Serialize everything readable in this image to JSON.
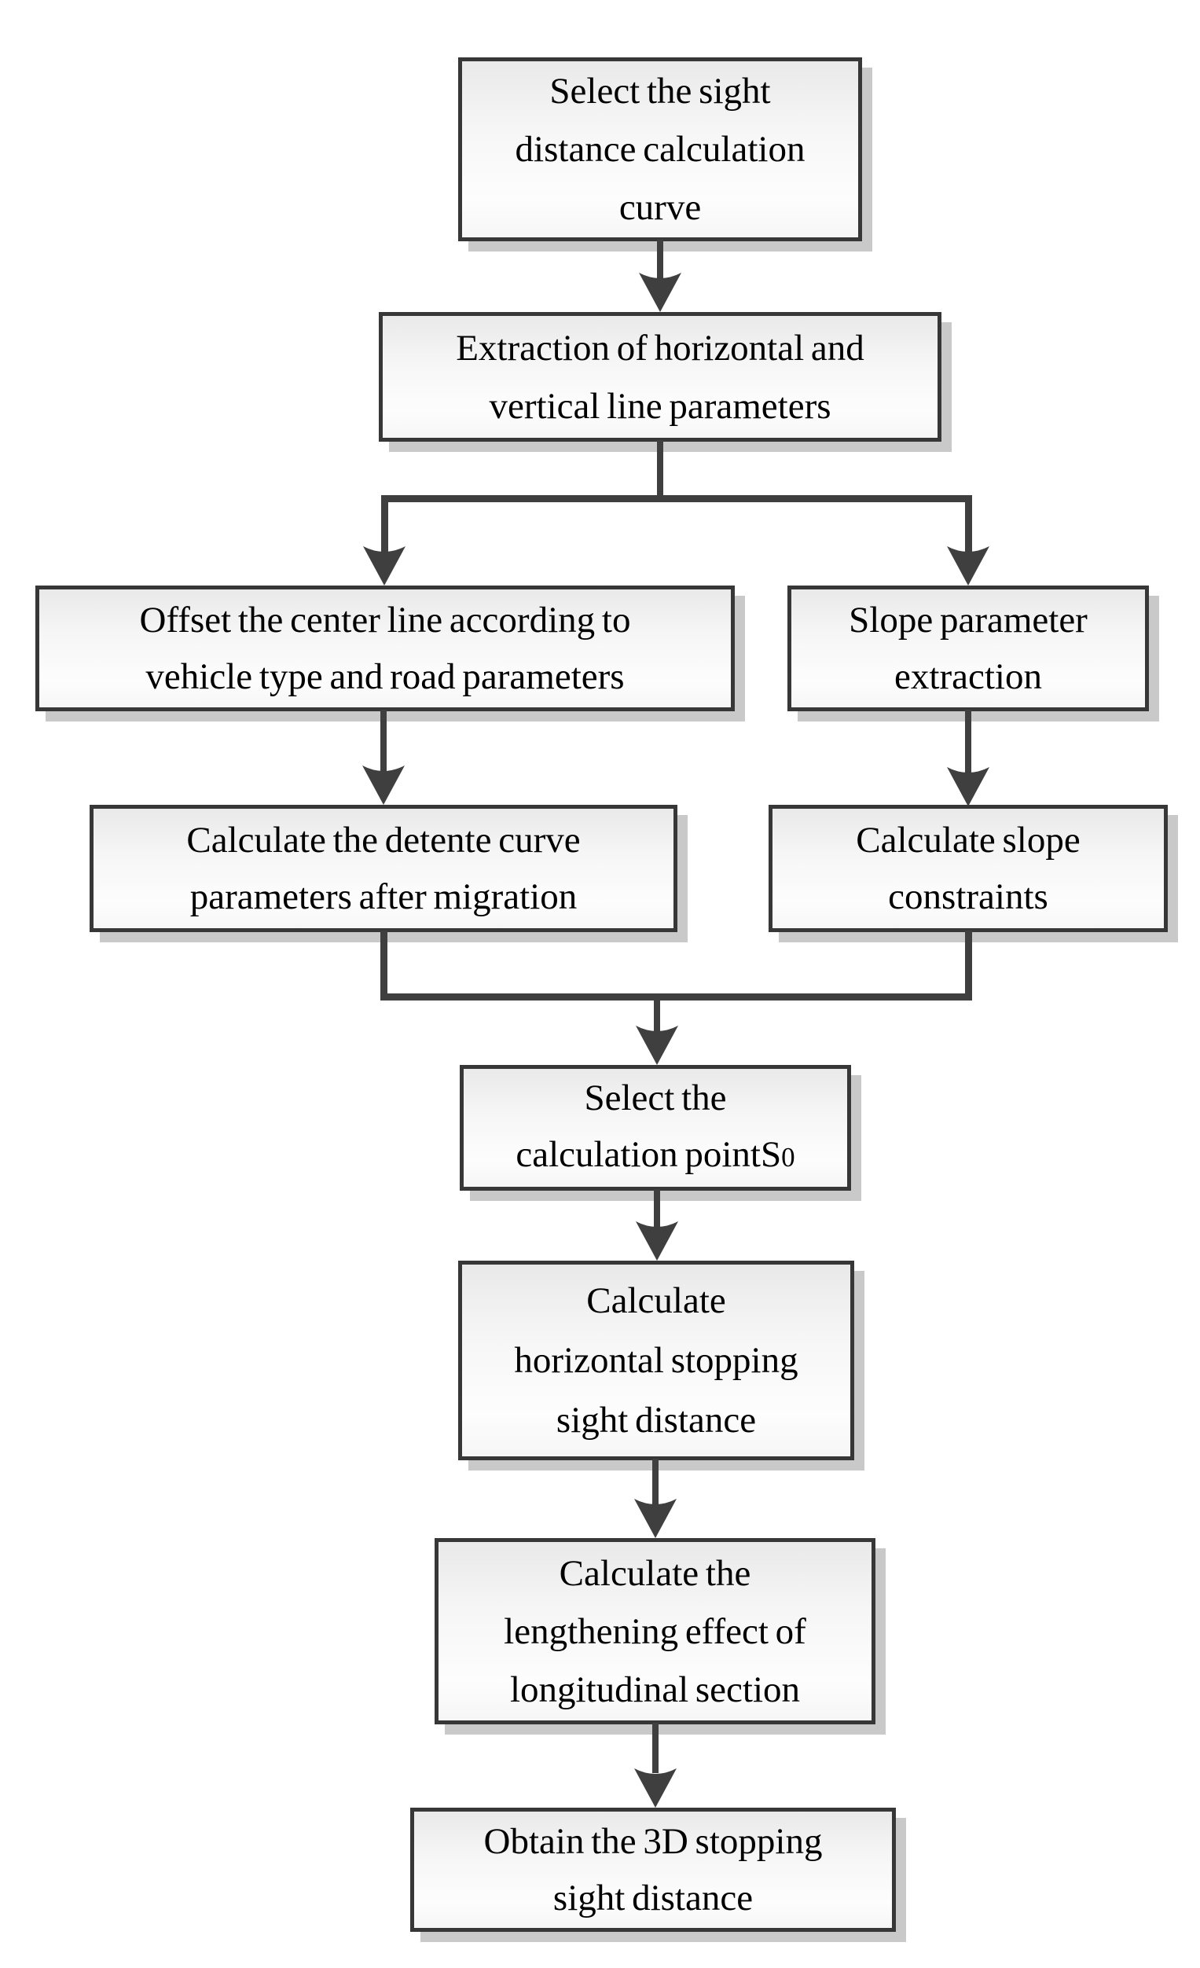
{
  "diagram_type": "flowchart",
  "colors": {
    "box_border": "#373737",
    "box_fill_top": "#e9e9e9",
    "box_fill_bottom": "#f6f6f6",
    "shadow": "#c9c9c9",
    "arrow": "#3f3f3f",
    "text": "#000000",
    "background": "#ffffff"
  },
  "nodes": [
    {
      "id": "select-curve",
      "lines": [
        "Select the sight",
        "distance calculation",
        "curve"
      ]
    },
    {
      "id": "extract-params",
      "lines": [
        "Extraction of horizontal and",
        "vertical line parameters"
      ]
    },
    {
      "id": "offset-centerline",
      "lines": [
        "Offset the center line according to",
        "vehicle type and road parameters"
      ]
    },
    {
      "id": "slope-extraction",
      "lines": [
        "Slope parameter",
        "extraction"
      ]
    },
    {
      "id": "detente-curve",
      "lines": [
        "Calculate the detente curve",
        "parameters after migration"
      ]
    },
    {
      "id": "slope-constraints",
      "lines": [
        "Calculate slope",
        "constraints"
      ]
    },
    {
      "id": "select-point",
      "line1": "Select the",
      "line2_main": "calculation pointS",
      "line2_sub": "0"
    },
    {
      "id": "horizontal-ssd",
      "lines": [
        "Calculate",
        "horizontal stopping",
        "sight distance"
      ]
    },
    {
      "id": "lengthening",
      "lines": [
        "Calculate the",
        "lengthening effect of",
        "longitudinal section"
      ]
    },
    {
      "id": "obtain-3d",
      "lines": [
        "Obtain the 3D stopping",
        "sight distance"
      ]
    }
  ],
  "edges": [
    {
      "from": "select-curve",
      "to": "extract-params"
    },
    {
      "from": "extract-params",
      "to": "offset-centerline"
    },
    {
      "from": "extract-params",
      "to": "slope-extraction"
    },
    {
      "from": "offset-centerline",
      "to": "detente-curve"
    },
    {
      "from": "slope-extraction",
      "to": "slope-constraints"
    },
    {
      "from": "detente-curve",
      "to": "select-point"
    },
    {
      "from": "slope-constraints",
      "to": "select-point"
    },
    {
      "from": "select-point",
      "to": "horizontal-ssd"
    },
    {
      "from": "horizontal-ssd",
      "to": "lengthening"
    },
    {
      "from": "lengthening",
      "to": "obtain-3d"
    }
  ]
}
